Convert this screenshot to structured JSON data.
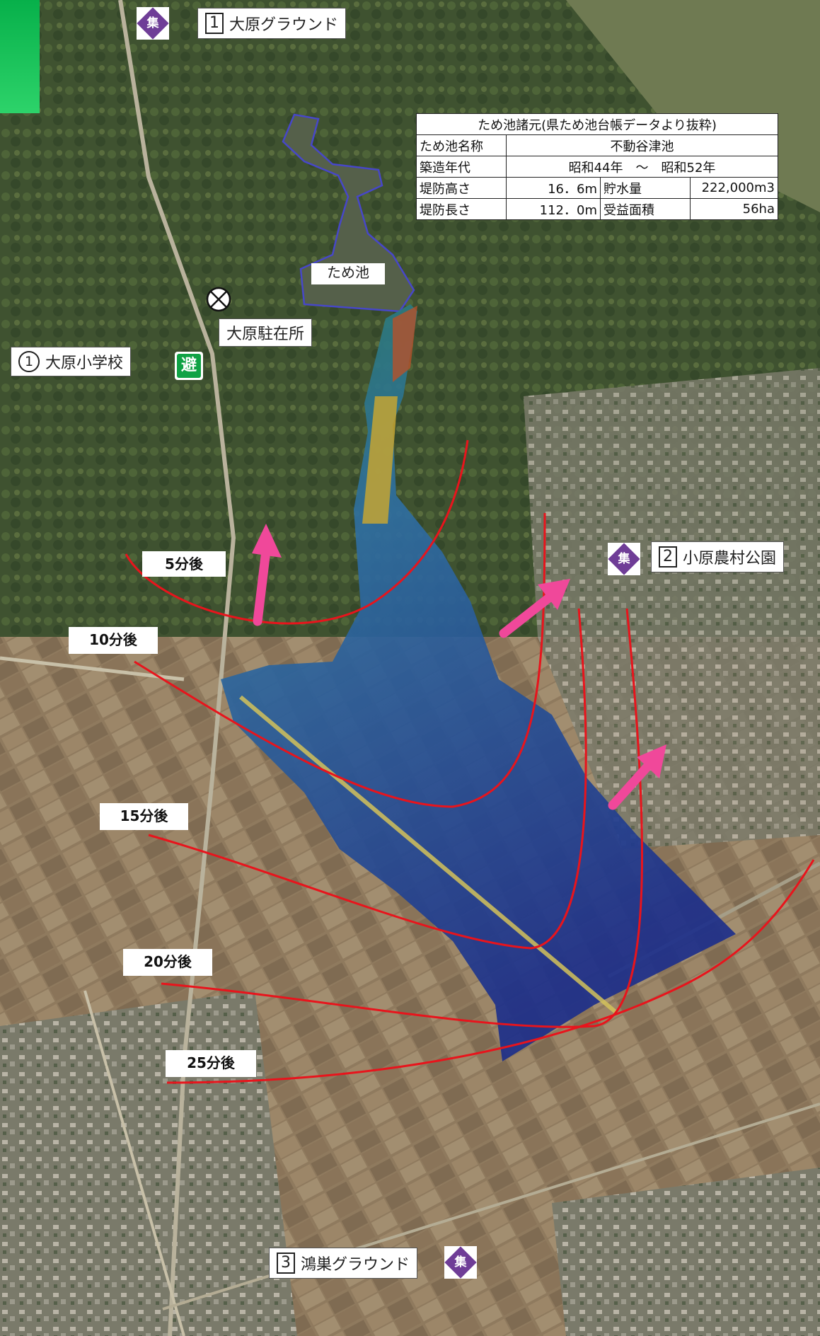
{
  "map": {
    "base_color": "#5f6a4c"
  },
  "locations": {
    "ohara_ground": {
      "num": "1",
      "name": "大原グラウンド"
    },
    "ohara_school": {
      "num": "1",
      "name": "大原小学校"
    },
    "kohara_park": {
      "num": "2",
      "name": "小原農村公園"
    },
    "konosu_ground": {
      "num": "3",
      "name": "鴻巣グラウンド"
    },
    "police_box": {
      "name": "大原駐在所"
    },
    "pond": {
      "name": "ため池"
    }
  },
  "icons": {
    "assembly": {
      "glyph": "集",
      "color": "#6f3d97"
    },
    "evacuation": {
      "glyph": "避",
      "color": "#10a245"
    },
    "police": {
      "glyph": "⊗"
    }
  },
  "spec_table": {
    "title": "ため池諸元(県ため池台帳データより抜粋)",
    "name_label": "ため池名称",
    "name_value": "不動谷津池",
    "built_label": "築造年代",
    "built_value": "昭和44年　～　昭和52年",
    "height_label": "堤防高さ",
    "height_value": "16．6m",
    "storage_label": "貯水量",
    "storage_value": "222,000m3",
    "length_label": "堤防長さ",
    "length_value": "112．0m",
    "area_label": "受益面積",
    "area_value": "56ha"
  },
  "time_labels": [
    "5分後",
    "10分後",
    "15分後",
    "20分後",
    "25分後"
  ],
  "colors": {
    "isochrone": "#e8141c",
    "arrow": "#f0489a",
    "flood_deep": "#1d2f8a",
    "flood_mid": "#2f74a8",
    "flood_shallow": "#c4a533"
  }
}
